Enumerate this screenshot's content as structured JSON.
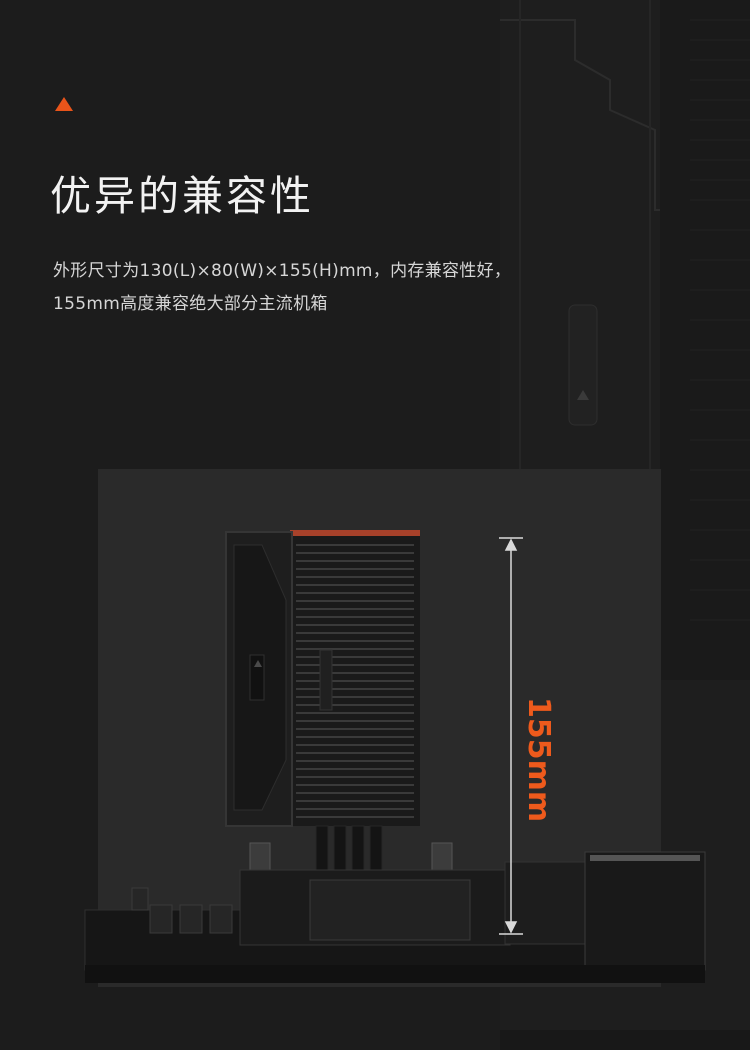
{
  "header": {
    "accent_icon": "triangle-icon",
    "accent_color": "#e8541a",
    "title": "优异的兼容性",
    "description": "外形尺寸为130(L)×80(W)×155(H)mm，内存兼容性好，155mm高度兼容绝大部分主流机箱"
  },
  "product": {
    "height_label": "155mm",
    "label_color": "#ee5a1c"
  }
}
